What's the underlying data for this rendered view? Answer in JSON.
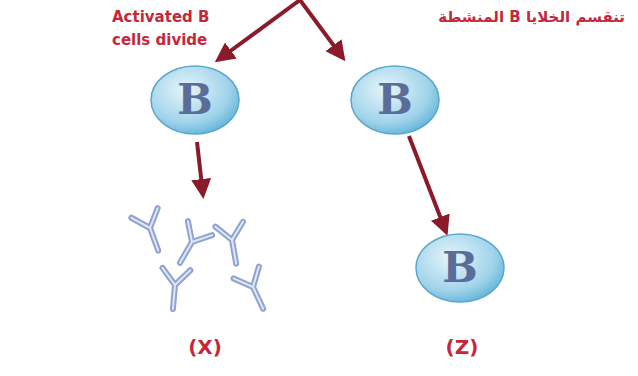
{
  "diagram": {
    "nodes": [
      {
        "text": [
          "B"
        ]
      },
      {
        "text": [
          "B"
        ]
      },
      {
        "text": [
          "B"
        ]
      }
    ],
    "edges": [
      {
        "from": 1,
        "to": 2,
        "arrow": "to"
      }
    ],
    "labels": [
      "Activated B cells divide",
      "تنقسم الخلايا B المنشطة",
      "(X)",
      "(Z)"
    ]
  }
}
